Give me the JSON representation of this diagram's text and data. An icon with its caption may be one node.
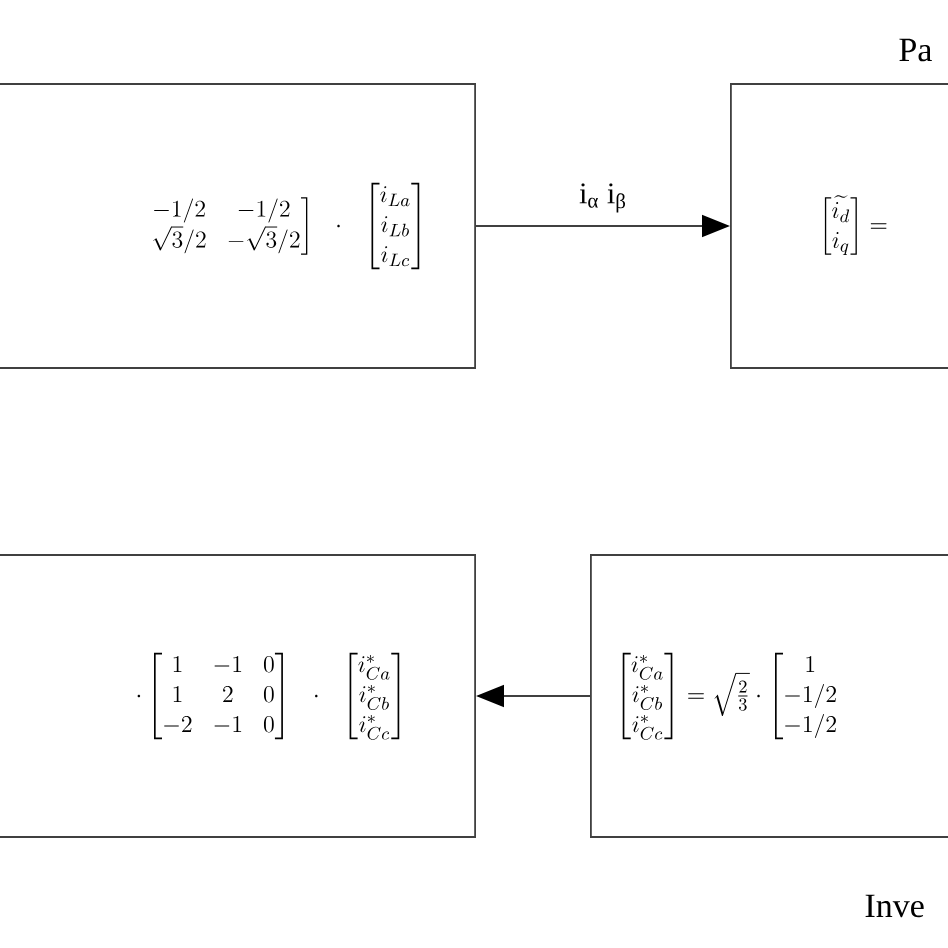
{
  "diagram": {
    "nodes": [
      {
        "text": [
          "\\left.\\begin{matrix}-1/2 & -1/2\\\\ \\sqrt{3}/2 & -\\sqrt{3}/2\\end{matrix}\\right]\\cdot\\begin{bmatrix}i_{La}\\\\ i_{Lb}\\\\ i_{Lc}\\end{bmatrix}"
        ]
      },
      {
        "text": [
          "\\begin{bmatrix}\\widetilde{i_d}\\\\ i_q\\end{bmatrix} ="
        ]
      },
      {
        "text": [
          "\\cdot\\begin{bmatrix}1 & -1 & 0\\\\ 1 & 2 & 0\\\\ -2 & -1 & 0\\end{bmatrix}\\cdot\\begin{bmatrix}i^{*}_{Ca}\\\\ i^{*}_{Cb}\\\\ i^{*}_{Cc}\\end{bmatrix}"
        ]
      },
      {
        "text": [
          "\\begin{bmatrix}i^{*}_{Ca}\\\\ i^{*}_{Cb}\\\\ i^{*}_{Cc}\\end{bmatrix} = \\sqrt{\\tfrac{2}{3}}\\cdot\\left[\\begin{matrix}1\\\\ -1/2\\\\ -1/2\\end{matrix}\\right."
        ]
      }
    ],
    "edges": [
      {
        "from": 0,
        "to": 1,
        "arrow": "to",
        "label": "i$_{α}$  i$_{β}$"
      },
      {
        "from": 3,
        "to": 2,
        "arrow": "to"
      }
    ],
    "labels": [
      "Pa",
      "Inve"
    ]
  }
}
